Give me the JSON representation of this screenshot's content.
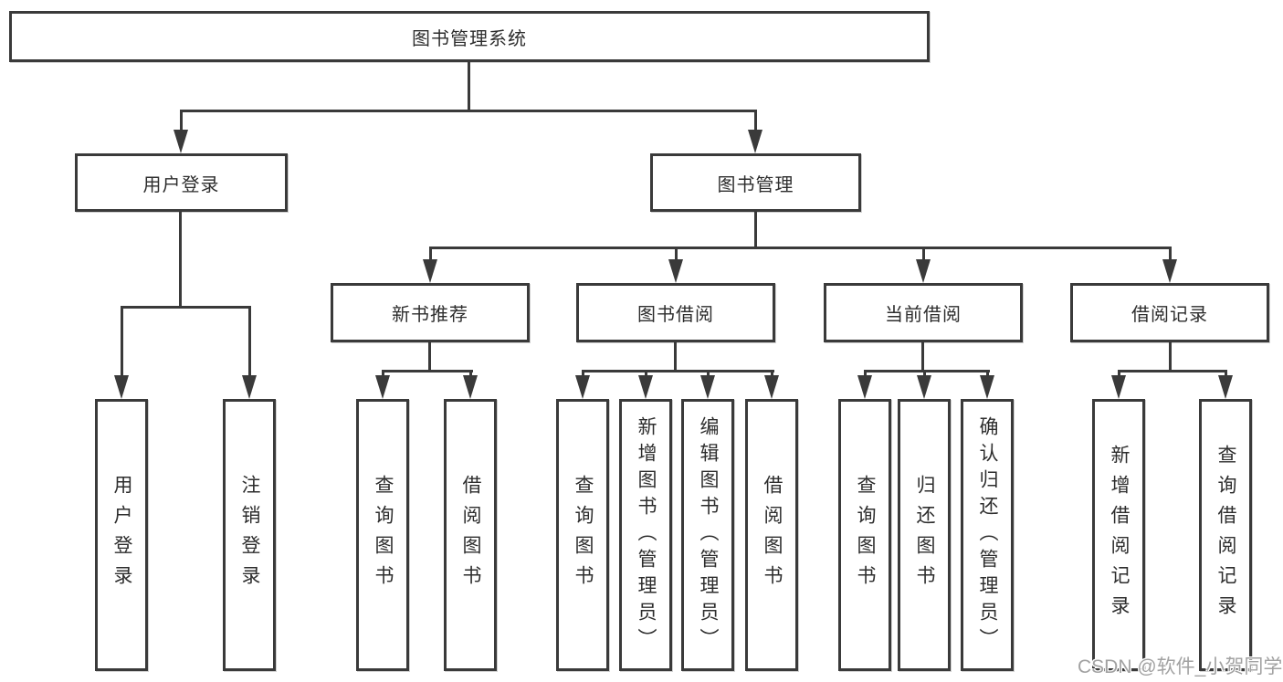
{
  "diagram": {
    "root": {
      "label": "图书管理系统"
    },
    "level2": [
      {
        "label": "用户登录"
      },
      {
        "label": "图书管理"
      }
    ],
    "level3": [
      {
        "label": "新书推荐"
      },
      {
        "label": "图书借阅"
      },
      {
        "label": "当前借阅"
      },
      {
        "label": "借阅记录"
      }
    ],
    "leaves": {
      "user_login": [
        "用户登录",
        "注销登录"
      ],
      "new_book": [
        "查询图书",
        "借阅图书"
      ],
      "book_borrow": [
        "查询图书",
        "新增图书（管理员）",
        "编辑图书（管理员）",
        "借阅图书"
      ],
      "current_borrow": [
        "查询图书",
        "归还图书",
        "确认归还（管理员）"
      ],
      "borrow_record": [
        "新增借阅记录",
        "查询借阅记录"
      ]
    }
  },
  "watermark": {
    "text": "CSDN @软件_小贺同学"
  },
  "colors": {
    "line": "#3a3a3a",
    "text": "#2d2d2d",
    "box_background": "#ffffff",
    "watermark_text": "#a2a2a2"
  }
}
